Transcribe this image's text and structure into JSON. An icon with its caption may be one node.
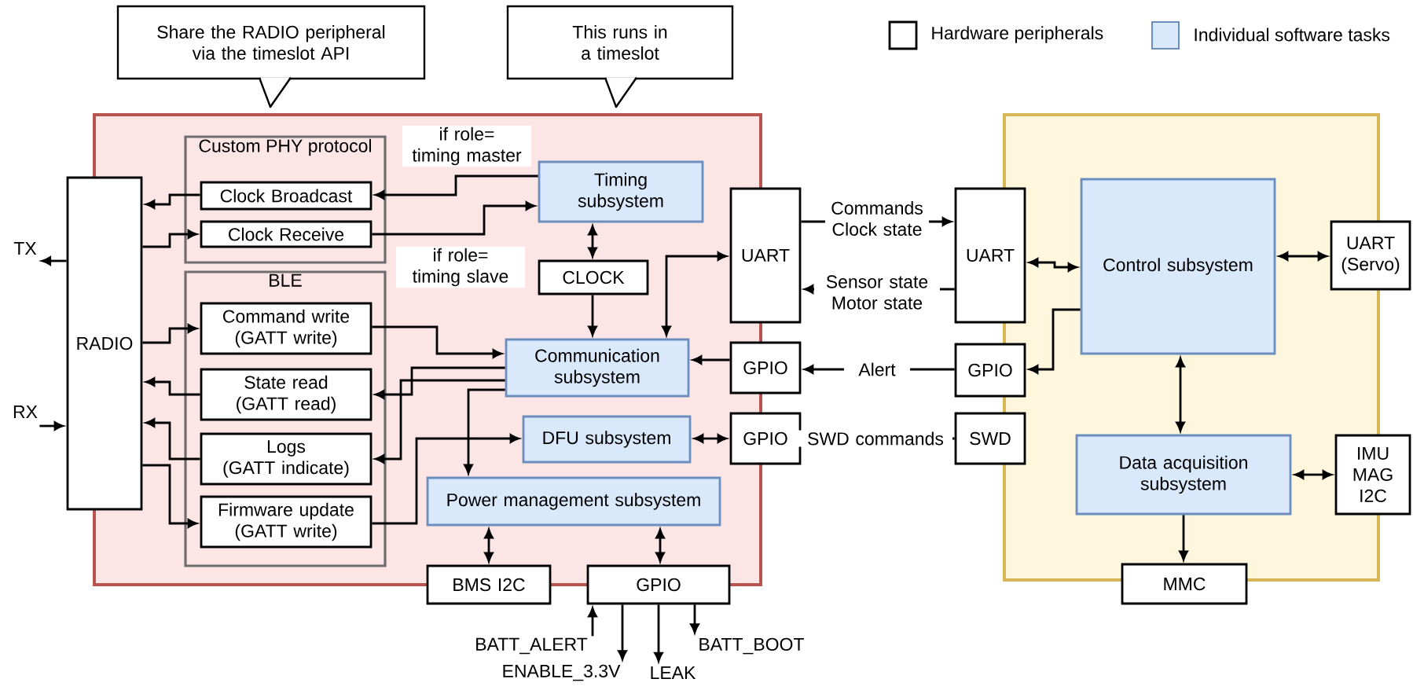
{
  "diagram": {
    "nodes": [
      {
        "text": [
          "Share the RADIO peripheral via the timeslot API"
        ]
      },
      {
        "text": [
          "This runs in a timeslot"
        ]
      },
      {
        "text": [],
        "shape": "box"
      },
      {
        "text": [
          "Custom PHY protocol"
        ],
        "in": 2
      },
      {
        "text": [
          "Clock Broadcast"
        ],
        "in": 3
      },
      {
        "text": [
          "Clock Receive"
        ],
        "in": 3
      },
      {
        "text": [
          "Timing subsystem"
        ],
        "in": 2
      },
      {
        "text": [
          "BLE"
        ],
        "in": 2
      },
      {
        "text": [
          "Command write",
          "(GATT write)"
        ],
        "in": 7
      },
      {
        "text": [
          "State read",
          "(GATT read)"
        ],
        "in": 7
      },
      {
        "text": [
          "Logs",
          "(GATT indicate)"
        ],
        "in": 7
      },
      {
        "text": [
          "Firmware update",
          "(GATT write)"
        ],
        "in": 7
      },
      {
        "text": [
          "CLOCK"
        ],
        "in": 2
      },
      {
        "text": [
          "Communication subsystem"
        ],
        "in": 2
      },
      {
        "text": [
          "DFU subsystem"
        ],
        "in": 2
      },
      {
        "text": [
          "Power management subsystem"
        ],
        "in": 2
      },
      {
        "text": [
          "RADIO"
        ]
      },
      {
        "text": [
          "UART"
        ]
      },
      {
        "text": [
          "GPIO"
        ]
      },
      {
        "text": [
          "GPIO"
        ]
      },
      {
        "text": [
          "BMS I2C"
        ]
      },
      {
        "text": [
          "GPIO"
        ]
      },
      {
        "text": [
          "TX"
        ]
      },
      {
        "text": [
          "RX"
        ]
      },
      {
        "text": [
          "BATT_ALERT"
        ]
      },
      {
        "text": [
          "ENABLE_3.3V"
        ]
      },
      {
        "text": [
          "LEAK"
        ]
      },
      {
        "text": [
          "BATT_BOOT"
        ]
      },
      {
        "text": [],
        "shape": "box"
      },
      {
        "text": [
          "UART"
        ]
      },
      {
        "text": [
          "Control subsystem"
        ],
        "in": 28
      },
      {
        "text": [
          "UART",
          "(Servo)"
        ]
      },
      {
        "text": [
          "GPIO"
        ]
      },
      {
        "text": [
          "SWD"
        ]
      },
      {
        "text": [
          "Data acquisition subsystem"
        ],
        "in": 28
      },
      {
        "text": [
          "IMU MAG I2C"
        ]
      },
      {
        "text": [
          "MMC"
        ]
      }
    ],
    "edges": [
      {
        "from": 16,
        "to": 22,
        "arrow": "to"
      },
      {
        "from": 23,
        "to": 16,
        "arrow": "to"
      },
      {
        "from": 4,
        "to": 16,
        "arrow": "to"
      },
      {
        "from": 16,
        "to": 5,
        "arrow": "to"
      },
      {
        "from": 6,
        "to": 4,
        "arrow": "to",
        "label": "if role= timing master"
      },
      {
        "from": 5,
        "to": 6,
        "arrow": "to",
        "label": "if role= timing slave"
      },
      {
        "from": 16,
        "to": 8,
        "arrow": "to"
      },
      {
        "from": 9,
        "to": 16,
        "arrow": "to"
      },
      {
        "from": 10,
        "to": 16,
        "arrow": "to"
      },
      {
        "from": 16,
        "to": 11,
        "arrow": "to"
      },
      {
        "from": 6,
        "to": 12,
        "arrow": "both"
      },
      {
        "from": 12,
        "to": 13,
        "arrow": "to"
      },
      {
        "from": 8,
        "to": 13,
        "arrow": "to"
      },
      {
        "from": 13,
        "to": 9,
        "arrow": "to"
      },
      {
        "from": 13,
        "to": 10,
        "arrow": "to"
      },
      {
        "from": 13,
        "to": 15,
        "arrow": "to"
      },
      {
        "from": 11,
        "to": 14,
        "arrow": "to"
      },
      {
        "from": 13,
        "to": 17,
        "arrow": "both"
      },
      {
        "from": 18,
        "to": 13,
        "arrow": "to"
      },
      {
        "from": 14,
        "to": 19,
        "arrow": "both"
      },
      {
        "from": 15,
        "to": 20,
        "arrow": "both"
      },
      {
        "from": 15,
        "to": 21,
        "arrow": "both"
      },
      {
        "from": 24,
        "to": 21,
        "arrow": "to"
      },
      {
        "from": 21,
        "to": 25,
        "arrow": "to"
      },
      {
        "from": 21,
        "to": 26,
        "arrow": "to"
      },
      {
        "from": 21,
        "to": 27,
        "arrow": "to"
      },
      {
        "from": 17,
        "to": 29,
        "arrow": "to",
        "label": "Commands Clock state"
      },
      {
        "from": 29,
        "to": 17,
        "arrow": "to",
        "label": "Sensor state Motor state"
      },
      {
        "from": 32,
        "to": 18,
        "arrow": "to",
        "label": "Alert"
      },
      {
        "from": 19,
        "to": 33,
        "arrow": "none",
        "label": "SWD commands"
      },
      {
        "from": 29,
        "to": 30,
        "arrow": "both"
      },
      {
        "from": 30,
        "to": 32,
        "arrow": "to"
      },
      {
        "from": 30,
        "to": 31,
        "arrow": "both"
      },
      {
        "from": 30,
        "to": 34,
        "arrow": "both"
      },
      {
        "from": 34,
        "to": 35,
        "arrow": "both"
      },
      {
        "from": 34,
        "to": 36,
        "arrow": "to"
      }
    ],
    "legend": [
      {
        "text": "Hardware peripherals"
      },
      {
        "text": "Individual software tasks",
        "color": "#dae8fc"
      }
    ]
  }
}
